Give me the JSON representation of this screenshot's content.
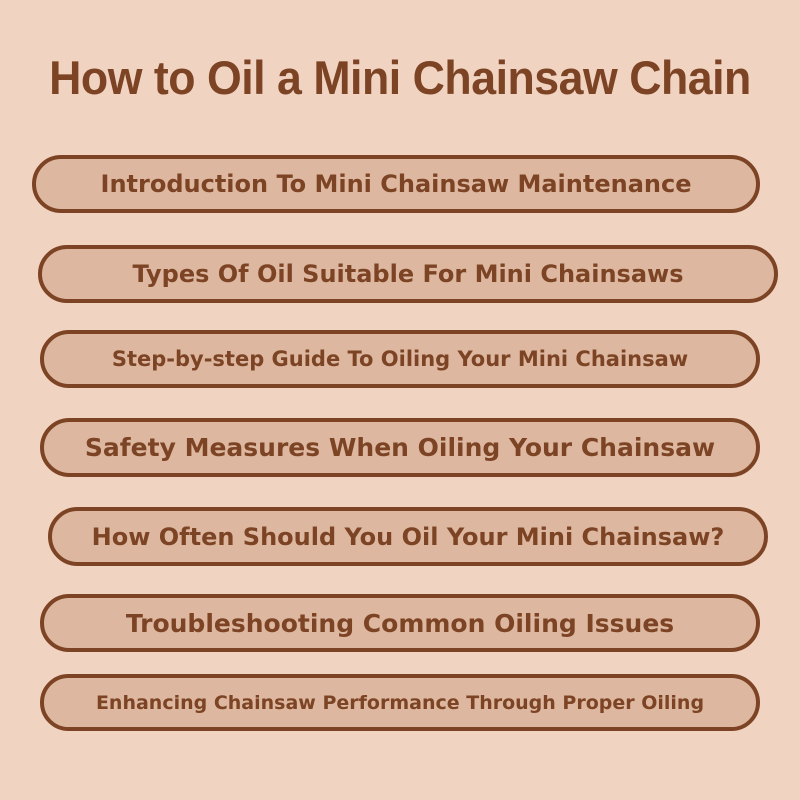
{
  "title": "How to Oil a Mini Chainsaw Chain",
  "colors": {
    "background": "#f1d3c1",
    "pill_fill": "#ddb79f",
    "accent": "#7c4424"
  },
  "items": [
    {
      "label": "Introduction To Mini Chainsaw Maintenance"
    },
    {
      "label": "Types Of Oil Suitable For Mini Chainsaws"
    },
    {
      "label": "Step-by-step Guide To Oiling Your Mini Chainsaw"
    },
    {
      "label": "Safety Measures When Oiling Your Chainsaw"
    },
    {
      "label": "How Often Should You Oil Your Mini Chainsaw?"
    },
    {
      "label": "Troubleshooting Common Oiling Issues"
    },
    {
      "label": "Enhancing Chainsaw Performance Through Proper Oiling"
    }
  ]
}
